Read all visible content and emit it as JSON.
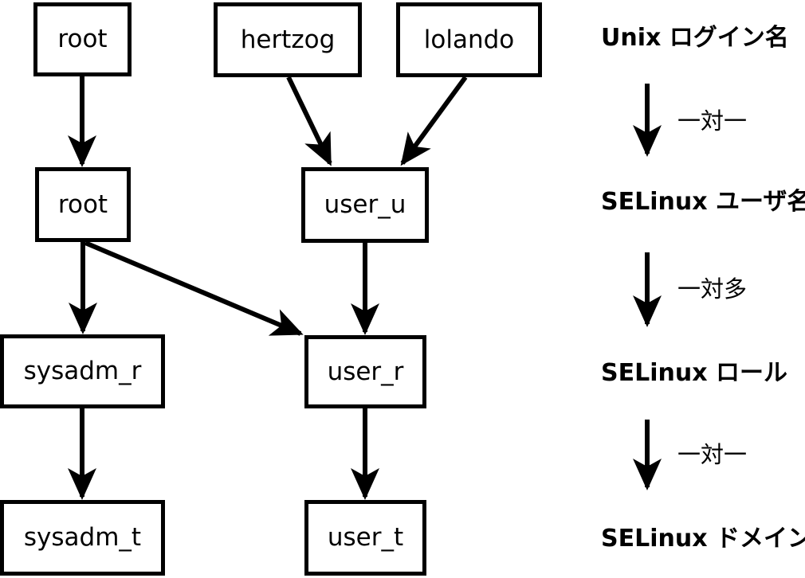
{
  "diagram": {
    "nodes": [
      {
        "id": "root-login",
        "label": "root",
        "level": "unix-login-name"
      },
      {
        "id": "hertzog",
        "label": "hertzog",
        "level": "unix-login-name"
      },
      {
        "id": "lolando",
        "label": "lolando",
        "level": "unix-login-name"
      },
      {
        "id": "root-selinux",
        "label": "root",
        "level": "selinux-user-name"
      },
      {
        "id": "user_u",
        "label": "user_u",
        "level": "selinux-user-name"
      },
      {
        "id": "sysadm_r",
        "label": "sysadm_r",
        "level": "selinux-role"
      },
      {
        "id": "user_r",
        "label": "user_r",
        "level": "selinux-role"
      },
      {
        "id": "sysadm_t",
        "label": "sysadm_t",
        "level": "selinux-domain"
      },
      {
        "id": "user_t",
        "label": "user_t",
        "level": "selinux-domain"
      }
    ],
    "edges": [
      {
        "from": "root-login",
        "to": "root-selinux"
      },
      {
        "from": "hertzog",
        "to": "user_u"
      },
      {
        "from": "lolando",
        "to": "user_u"
      },
      {
        "from": "root-selinux",
        "to": "sysadm_r"
      },
      {
        "from": "root-selinux",
        "to": "user_r"
      },
      {
        "from": "user_u",
        "to": "user_r"
      },
      {
        "from": "sysadm_r",
        "to": "sysadm_t"
      },
      {
        "from": "user_r",
        "to": "user_t"
      }
    ]
  },
  "legend": {
    "levels": [
      {
        "label": "Unix ログイン名"
      },
      {
        "label": "SELinux ユーザ名"
      },
      {
        "label": "SELinux ロール"
      },
      {
        "label": "SELinux ドメイン"
      }
    ],
    "relations": [
      {
        "label": "一対一"
      },
      {
        "label": "一対多"
      },
      {
        "label": "一対一"
      }
    ]
  },
  "colors": {
    "foreground": "#000000",
    "background": "#ffffff"
  }
}
